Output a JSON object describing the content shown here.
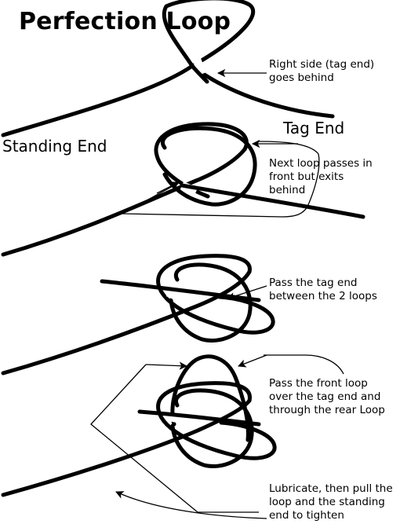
{
  "title": "Perfection Loop",
  "labels": {
    "standing_end": "Standing End",
    "tag_end": "Tag End"
  },
  "steps": [
    "Right side (tag end)\ngoes behind",
    "Next loop passes in\nfront but exits\nbehind",
    "Pass the tag end\nbetween the 2 loops",
    "Pass the front loop\nover the tag end and\nthrough the rear Loop",
    "Lubricate, then pull the\nloop and the standing\nend to tighten"
  ],
  "colors": {
    "line": "#000000",
    "background": "#ffffff"
  }
}
